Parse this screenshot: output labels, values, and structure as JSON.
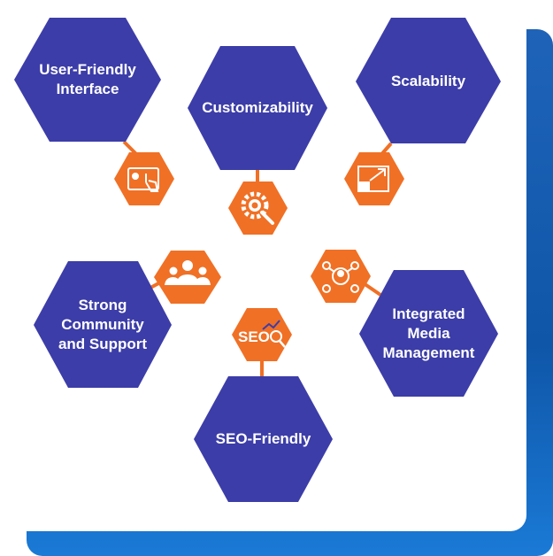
{
  "colors": {
    "hex_fill": "#3c3da8",
    "accent": "#f07025",
    "frame_blue": "#1e63b8"
  },
  "features": [
    {
      "label": "User-Friendly\nInterface",
      "icon": "touchscreen-icon"
    },
    {
      "label": "Customizability",
      "icon": "gear-wrench-icon"
    },
    {
      "label": "Scalability",
      "icon": "resize-icon"
    },
    {
      "label": "Strong\nCommunity\nand Support",
      "icon": "community-icon"
    },
    {
      "label": "Integrated\nMedia\nManagement",
      "icon": "media-network-icon"
    },
    {
      "label": "SEO-Friendly",
      "icon": "seo-icon"
    }
  ],
  "seo_icon_text": "SEO"
}
